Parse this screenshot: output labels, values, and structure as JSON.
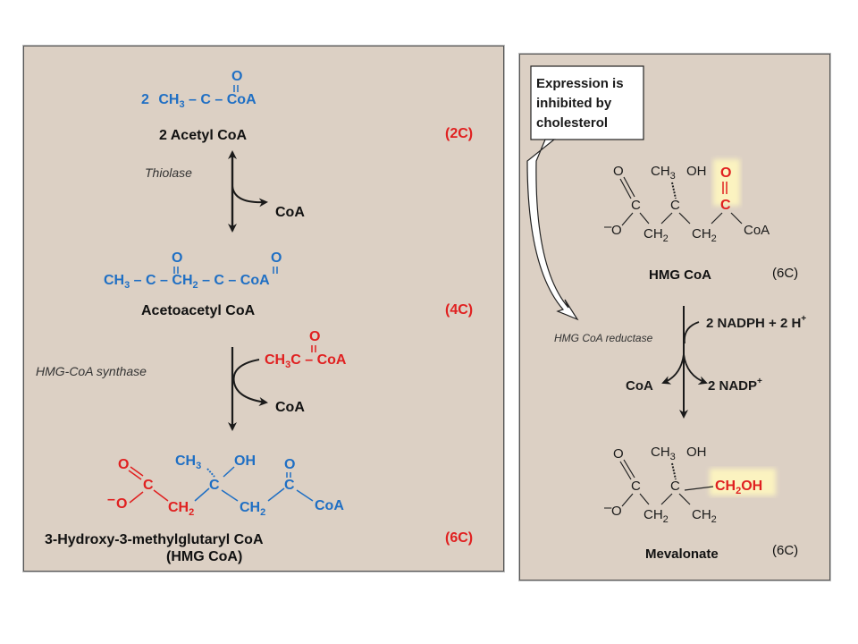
{
  "left": {
    "step1": {
      "formula_coef": "2",
      "formula": [
        "CH",
        "3",
        "C",
        "CoA"
      ],
      "oxygen": "O",
      "name": "2 Acetyl CoA",
      "carbons": "(2C)"
    },
    "enzyme1": "Thiolase",
    "byproduct1": "CoA",
    "step2": {
      "ch3": "CH",
      "ch3_sub": "3",
      "ch2": "CH",
      "ch2_sub": "2",
      "c": "C",
      "coa": "CoA",
      "oxygen": "O",
      "name": "Acetoacetyl CoA",
      "carbons": "(4C)"
    },
    "enzyme2": "HMG-CoA synthase",
    "reactant2": {
      "ch3": "CH",
      "ch3_sub": "3",
      "c": "C",
      "coa": "CoA",
      "oxygen": "O"
    },
    "byproduct2": "CoA",
    "step3": {
      "o_top": "O",
      "c_left": "C",
      "o_minus": "O",
      "ch3": "CH",
      "ch3_sub": "3",
      "oh": "OH",
      "c_mid": "C",
      "ch2_a": "CH",
      "ch2_b": "CH",
      "ch2_sub": "2",
      "o_ketone": "O",
      "c_right": "C",
      "coa": "CoA",
      "name_line1": "3-Hydroxy-3-methylglutaryl CoA",
      "name_line2": "(HMG CoA)",
      "carbons": "(6C)"
    }
  },
  "right": {
    "callout": [
      "Expression is",
      "inhibited by",
      "cholesterol"
    ],
    "hmg": {
      "o_left": "O",
      "ch3": "CH",
      "ch3_sub": "3",
      "oh": "OH",
      "o_red": "O",
      "c1": "C",
      "c2": "C",
      "c3": "C",
      "o_minus": "O",
      "ch2_a": "CH",
      "ch2_b": "CH",
      "ch2_sub": "2",
      "coa": "CoA",
      "name": "HMG CoA",
      "carbons": "(6C)"
    },
    "enzyme": "HMG CoA reductase",
    "cofactor_in": "2 NADPH + 2 H",
    "cofactor_in_sup": "+",
    "product_coa": "CoA",
    "cofactor_out": "2 NADP",
    "cofactor_out_sup": "+",
    "mev": {
      "o_left": "O",
      "ch3": "CH",
      "ch3_sub": "3",
      "oh": "OH",
      "c1": "C",
      "c2": "C",
      "o_minus": "O",
      "ch2_a": "CH",
      "ch2_b": "CH",
      "ch2_sub": "2",
      "ch2oh": "CH",
      "ch2oh_sub": "2",
      "ch2oh_end": "OH",
      "name": "Mevalonate",
      "carbons": "(6C)"
    }
  },
  "colors": {
    "blue": "#1f6fc4",
    "red": "#e02020",
    "panel": "#dcd0c4",
    "highlight": "#fbf3c0"
  }
}
